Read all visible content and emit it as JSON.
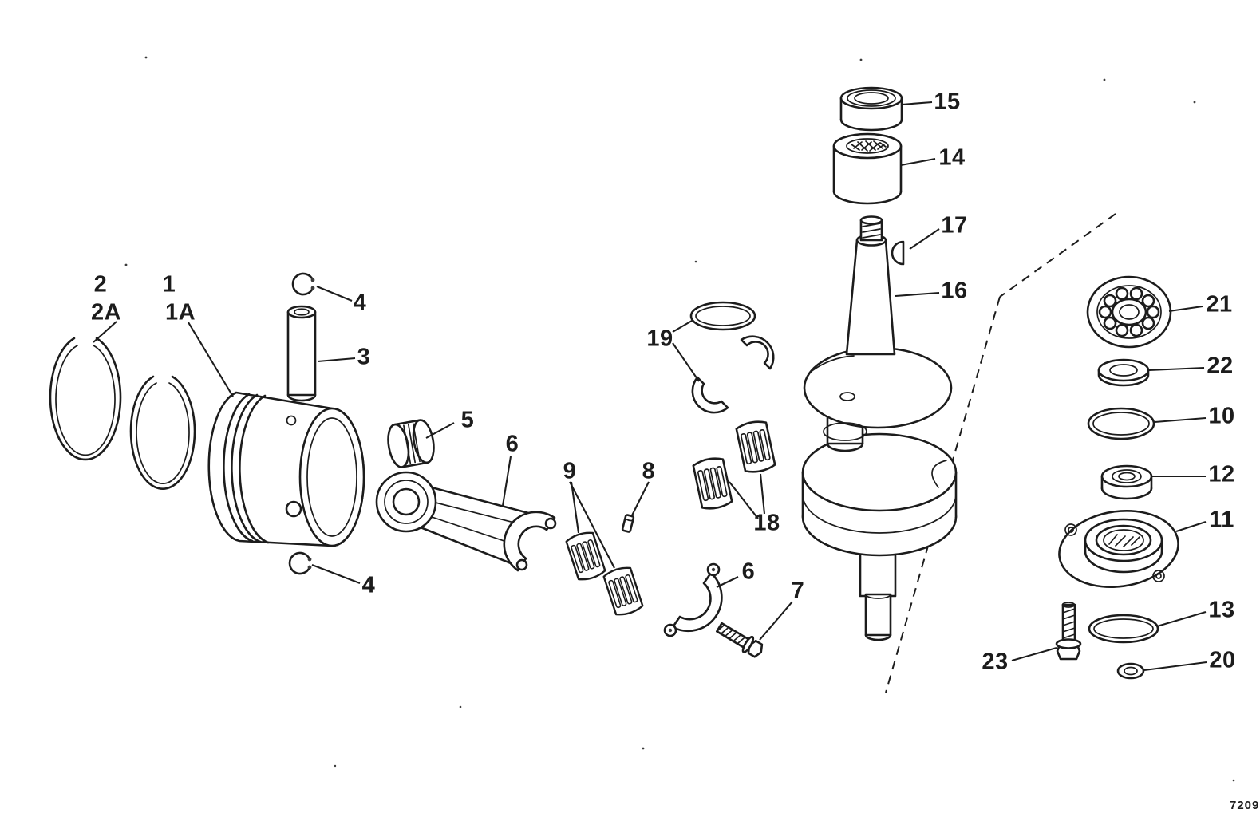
{
  "page": {
    "background_color": "#ffffff",
    "ink_color": "#1c1c1c",
    "drawing_number": "7209"
  },
  "callouts": [
    {
      "label": "2"
    },
    {
      "label": "2A"
    },
    {
      "label": "1"
    },
    {
      "label": "1A"
    },
    {
      "label": "4"
    },
    {
      "label": "3"
    },
    {
      "label": "5"
    },
    {
      "label": "6"
    },
    {
      "label": "9"
    },
    {
      "label": "8"
    },
    {
      "label": "4"
    },
    {
      "label": "6"
    },
    {
      "label": "7"
    },
    {
      "label": "19"
    },
    {
      "label": "18"
    },
    {
      "label": "15"
    },
    {
      "label": "14"
    },
    {
      "label": "17"
    },
    {
      "label": "16"
    },
    {
      "label": "21"
    },
    {
      "label": "22"
    },
    {
      "label": "10"
    },
    {
      "label": "12"
    },
    {
      "label": "11"
    },
    {
      "label": "13"
    },
    {
      "label": "20"
    },
    {
      "label": "23"
    }
  ]
}
